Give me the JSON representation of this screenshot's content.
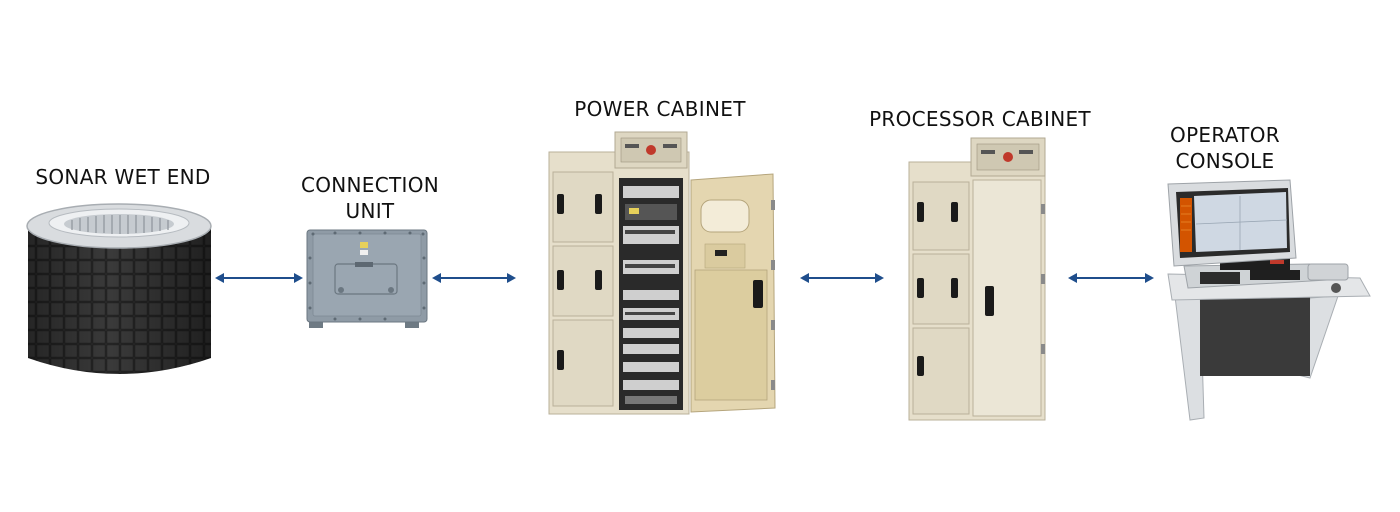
{
  "nodes": [
    {
      "id": "sonar",
      "lines": [
        "SONAR WET END"
      ]
    },
    {
      "id": "connection",
      "lines": [
        "CONNECTION",
        "UNIT"
      ]
    },
    {
      "id": "power",
      "lines": [
        "POWER CABINET"
      ]
    },
    {
      "id": "processor",
      "lines": [
        "PROCESSOR CABINET"
      ]
    },
    {
      "id": "operator",
      "lines": [
        "OPERATOR",
        "CONSOLE"
      ]
    }
  ],
  "connections": [
    {
      "from": "sonar",
      "to": "connection",
      "style": "double-arrow"
    },
    {
      "from": "connection",
      "to": "power",
      "style": "double-arrow"
    },
    {
      "from": "power",
      "to": "processor",
      "style": "double-arrow"
    },
    {
      "from": "processor",
      "to": "operator",
      "style": "double-arrow"
    }
  ],
  "colors": {
    "arrow": "#1f4e8c",
    "cabinet": "#e8e2cf",
    "sonar_tiles": "#2b2b2b",
    "connection_box": "#8e9aa5"
  }
}
